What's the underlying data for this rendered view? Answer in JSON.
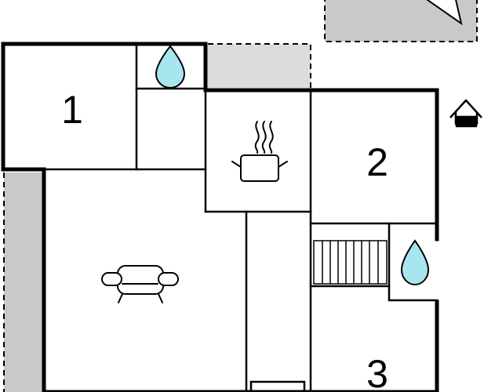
{
  "rooms": [
    {
      "label": "1"
    },
    {
      "label": "2"
    },
    {
      "label": "3"
    }
  ],
  "icons": {
    "water_drop": "water-drop-icon",
    "cooking_pot": "cooking-pot-icon",
    "sofa": "sofa-icon",
    "entrance": "house-entrance-icon",
    "stairs": "stairs-icon",
    "compass": "north-arrow-icon"
  },
  "colors": {
    "wall": "#000000",
    "terrace": "#c9c9c9",
    "terrace_light": "#dcdcdc",
    "water": "#a8e6ef",
    "background": "#ffffff"
  }
}
